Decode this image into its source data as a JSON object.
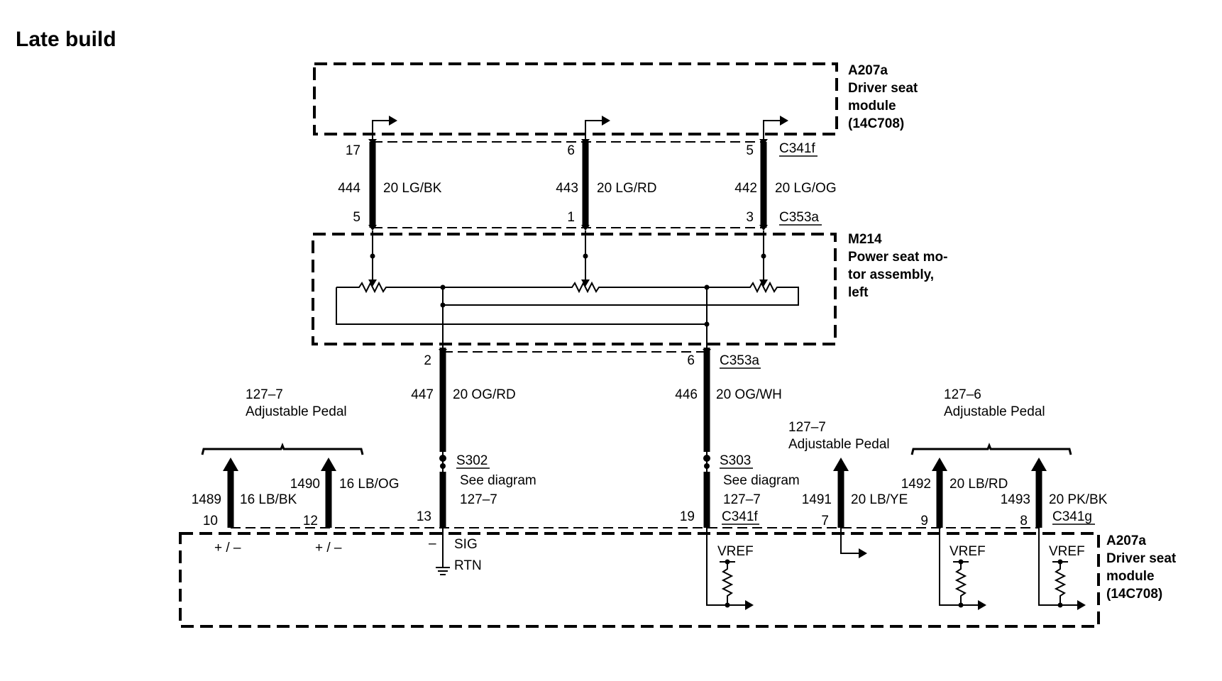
{
  "title": "Late build",
  "modules": {
    "top_module": {
      "id": "A207a",
      "line1": "Driver seat",
      "line2": "module",
      "line3": "(14C708)"
    },
    "motor": {
      "id": "M214",
      "line1": "Power seat mo-",
      "line2": "tor assembly,",
      "line3": "left"
    },
    "bottom_module": {
      "id": "A207a",
      "line1": "Driver seat",
      "line2": "module",
      "line3": "(14C708)"
    }
  },
  "connectors": {
    "c341f_top": "C341f",
    "c353a_top": "C353a",
    "c353a_bottom": "C353a",
    "c341f_bottom": "C341f",
    "c341g": "C341g"
  },
  "top_wires": [
    {
      "pin_top": "17",
      "circuit": "444",
      "gauge_color": "20 LG/BK",
      "pin_bottom": "5"
    },
    {
      "pin_top": "6",
      "circuit": "443",
      "gauge_color": "20 LG/RD",
      "pin_bottom": "1"
    },
    {
      "pin_top": "5",
      "circuit": "442",
      "gauge_color": "20 LG/OG",
      "pin_bottom": "3"
    }
  ],
  "middle_wires": [
    {
      "pin_top": "2",
      "circuit": "447",
      "gauge_color": "20 OG/RD",
      "splice": "S302",
      "splice_note": "See diagram",
      "splice_ref": "127–7",
      "pin_bottom": "13"
    },
    {
      "pin_top": "6",
      "circuit": "446",
      "gauge_color": "20 OG/WH",
      "splice": "S303",
      "splice_note": "See diagram",
      "splice_ref": "127–7",
      "pin_bottom": "19"
    }
  ],
  "pedal_refs": {
    "left": {
      "ref": "127–7",
      "name": "Adjustable Pedal"
    },
    "center": {
      "ref": "127–7",
      "name": "Adjustable Pedal"
    },
    "right": {
      "ref": "127–6",
      "name": "Adjustable Pedal"
    }
  },
  "bottom_wires": [
    {
      "pin": "10",
      "circuit": "1489",
      "gauge_color": "16 LB/BK",
      "polarity": "+ / –"
    },
    {
      "pin": "12",
      "circuit": "1490",
      "gauge_color": "16 LB/OG",
      "polarity": "+ / –"
    },
    {
      "pin": "7",
      "circuit": "1491",
      "gauge_color": "20 LB/YE"
    },
    {
      "pin": "9",
      "circuit": "1492",
      "gauge_color": "20 LB/RD"
    },
    {
      "pin": "8",
      "circuit": "1493",
      "gauge_color": "20 PK/BK"
    }
  ],
  "internal_labels": {
    "minus": "–",
    "sig": "SIG",
    "rtn": "RTN",
    "vref": "VREF"
  }
}
